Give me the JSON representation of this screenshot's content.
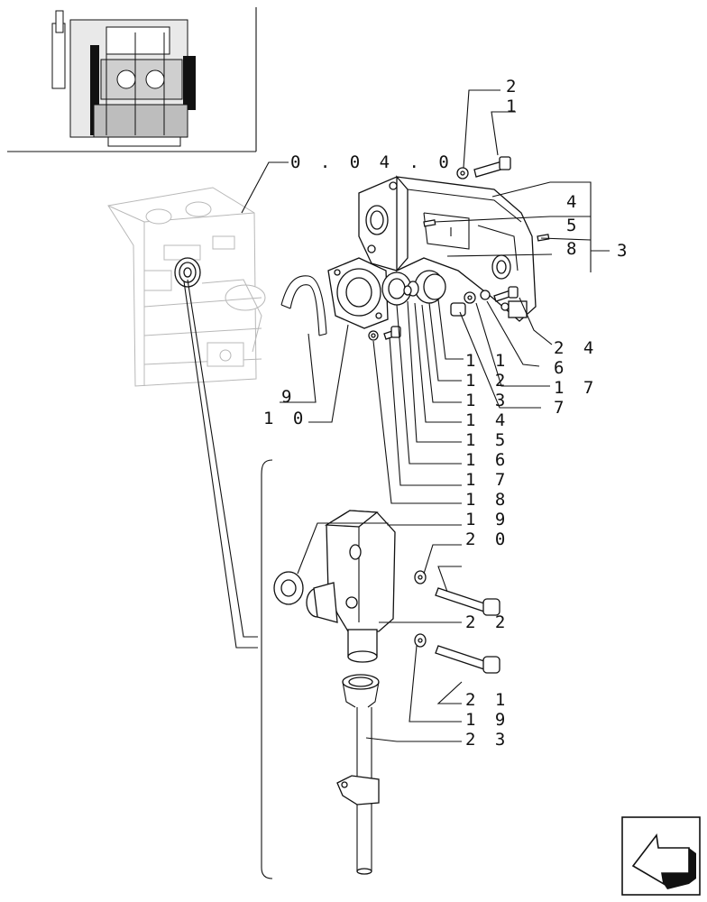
{
  "reference": {
    "label": "0 . 0 4 . 0"
  },
  "callouts": [
    {
      "id": "c1",
      "text": "2"
    },
    {
      "id": "c2",
      "text": "1"
    },
    {
      "id": "c3",
      "text": "4"
    },
    {
      "id": "c4",
      "text": "5"
    },
    {
      "id": "c5",
      "text": "8"
    },
    {
      "id": "c6",
      "text": "3"
    },
    {
      "id": "c7",
      "text": "2 4"
    },
    {
      "id": "c8",
      "text": "6"
    },
    {
      "id": "c9",
      "text": "1 7"
    },
    {
      "id": "c10",
      "text": "7"
    },
    {
      "id": "c11",
      "text": "1 1"
    },
    {
      "id": "c12",
      "text": "1 2"
    },
    {
      "id": "c13",
      "text": "1 3"
    },
    {
      "id": "c14",
      "text": "1 4"
    },
    {
      "id": "c15",
      "text": "1 5"
    },
    {
      "id": "c16",
      "text": "1 6"
    },
    {
      "id": "c17",
      "text": "1 7"
    },
    {
      "id": "c18",
      "text": "1 8"
    },
    {
      "id": "c19",
      "text": "1 9"
    },
    {
      "id": "c20",
      "text": "2 0"
    },
    {
      "id": "c21",
      "text": "2 2"
    },
    {
      "id": "c22",
      "text": "2 1"
    },
    {
      "id": "c23",
      "text": "1 9"
    },
    {
      "id": "c24",
      "text": "2 3"
    },
    {
      "id": "c25",
      "text": "9"
    },
    {
      "id": "c26",
      "text": "1 0"
    }
  ],
  "icons": {
    "thumbnail": "engine-thumbnail-icon",
    "navigation": "next-page-arrow-icon"
  }
}
